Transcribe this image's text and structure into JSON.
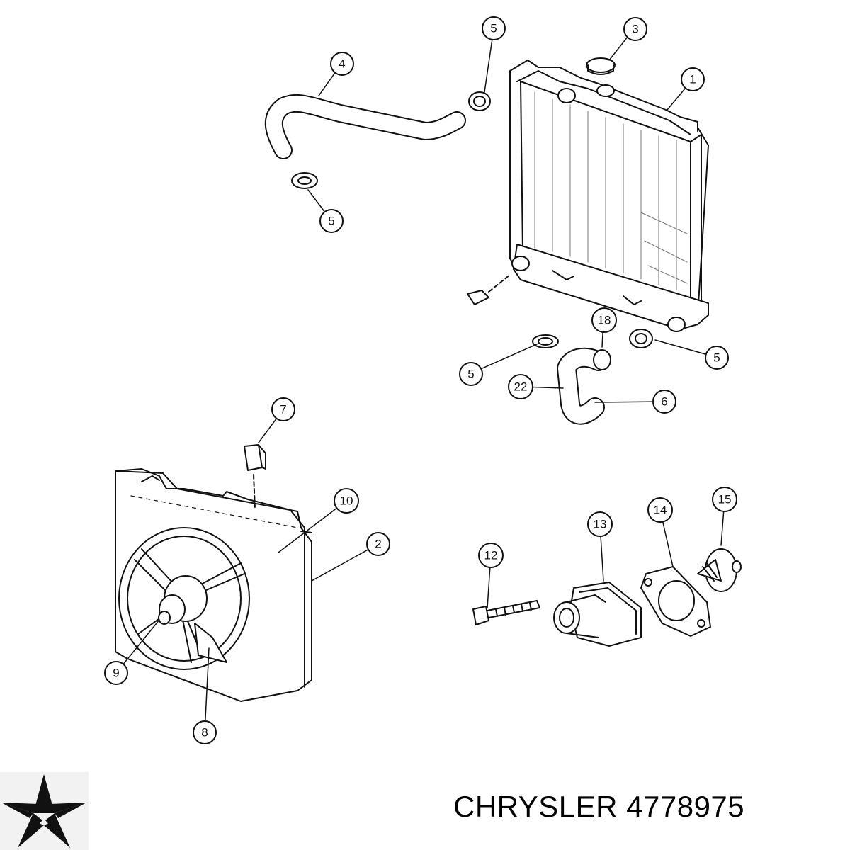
{
  "callouts": [
    {
      "id": "c1",
      "label": "1"
    },
    {
      "id": "c2",
      "label": "2"
    },
    {
      "id": "c3",
      "label": "3"
    },
    {
      "id": "c4",
      "label": "4"
    },
    {
      "id": "c5a",
      "label": "5"
    },
    {
      "id": "c5b",
      "label": "5"
    },
    {
      "id": "c5c",
      "label": "5"
    },
    {
      "id": "c5d",
      "label": "5"
    },
    {
      "id": "c6",
      "label": "6"
    },
    {
      "id": "c7",
      "label": "7"
    },
    {
      "id": "c8",
      "label": "8"
    },
    {
      "id": "c9",
      "label": "9"
    },
    {
      "id": "c10",
      "label": "10"
    },
    {
      "id": "c12",
      "label": "12"
    },
    {
      "id": "c13",
      "label": "13"
    },
    {
      "id": "c14",
      "label": "14"
    },
    {
      "id": "c15",
      "label": "15"
    },
    {
      "id": "c18",
      "label": "18"
    },
    {
      "id": "c22",
      "label": "22"
    }
  ],
  "brand": {
    "text": "CHRYSLER 4778975",
    "logo_icon": "chrysler-pentastar-icon"
  }
}
